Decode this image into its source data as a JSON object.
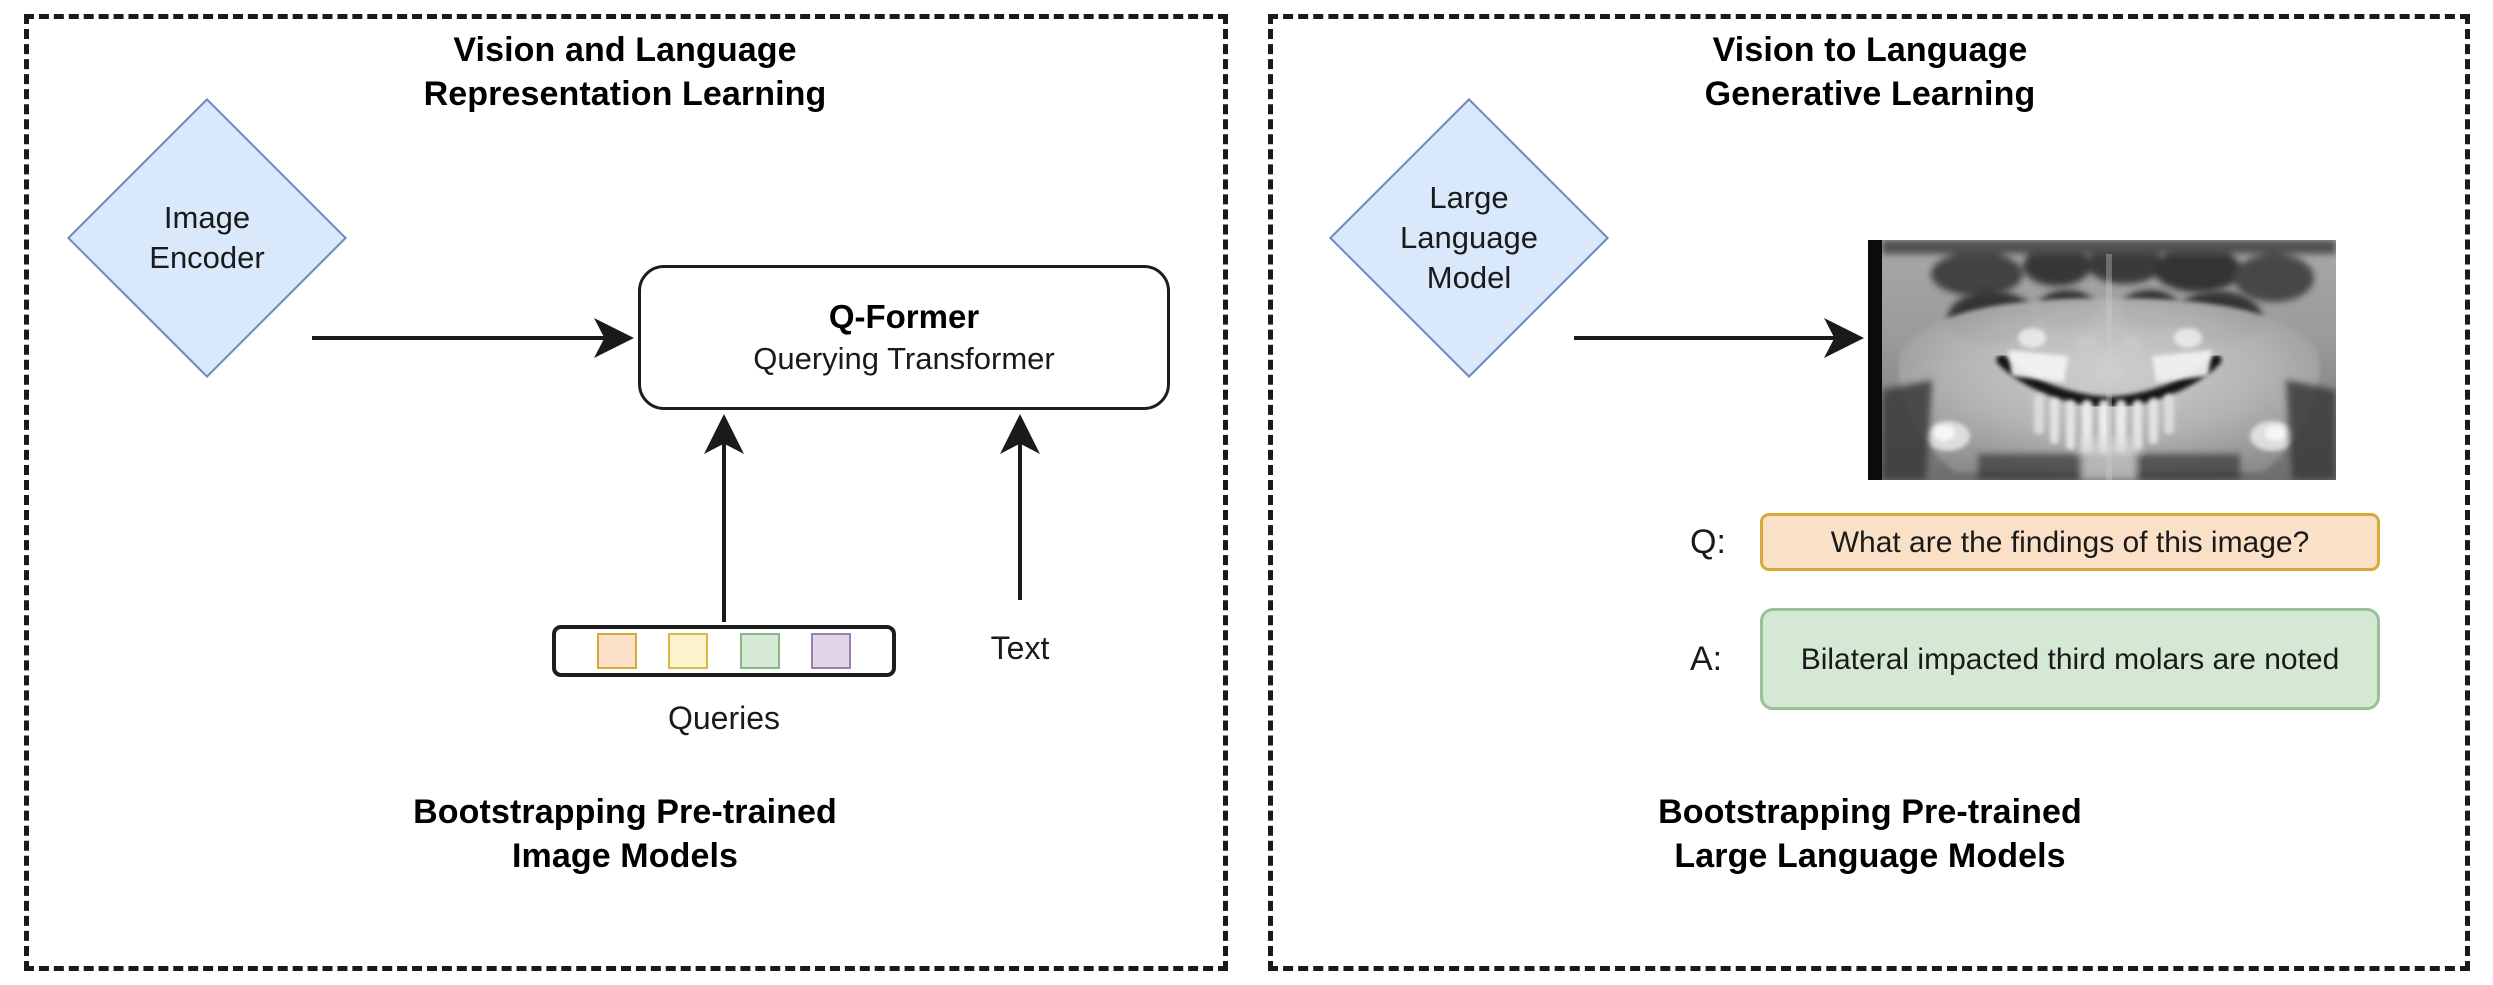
{
  "panels": {
    "left": {
      "title": "Vision and Language\nRepresentation Learning",
      "caption": "Bootstrapping Pre-trained\nImage Models",
      "encoder": {
        "label": "Image\nEncoder"
      },
      "qformer": {
        "title": "Q-Former",
        "subtitle": "Querying Transformer"
      },
      "queries": {
        "label": "Queries",
        "chips": [
          {
            "name": "query-chip-orange",
            "fill": "#fbe0c8",
            "border": "#d6a93a"
          },
          {
            "name": "query-chip-yellow",
            "fill": "#fdf3cf",
            "border": "#d6b94a"
          },
          {
            "name": "query-chip-green",
            "fill": "#d5e8d4",
            "border": "#89b585"
          },
          {
            "name": "query-chip-purple",
            "fill": "#e1d5e7",
            "border": "#9a80b0"
          }
        ]
      },
      "text_input": {
        "label": "Text"
      }
    },
    "right": {
      "title": "Vision to Language\nGenerative Learning",
      "caption": "Bootstrapping Pre-trained\nLarge Language Models",
      "llm": {
        "label": "Large\nLanguage\nModel"
      },
      "xray": {
        "name": "dental-panoramic-xray"
      },
      "qa": {
        "question_key": "Q:",
        "question_text": "What are the findings of this image?",
        "answer_key": "A:",
        "answer_text": "Bilateral impacted third molars are noted"
      }
    }
  },
  "colors": {
    "diamond_fill": "#dae8fc",
    "diamond_stroke": "#7089bd",
    "question_fill": "#fbe0c8",
    "question_stroke": "#d6a93a",
    "answer_fill": "#d5e8d4",
    "answer_stroke": "#9bbf96",
    "panel_border": "#1a1a1a",
    "connector": "#1a1a1a"
  }
}
